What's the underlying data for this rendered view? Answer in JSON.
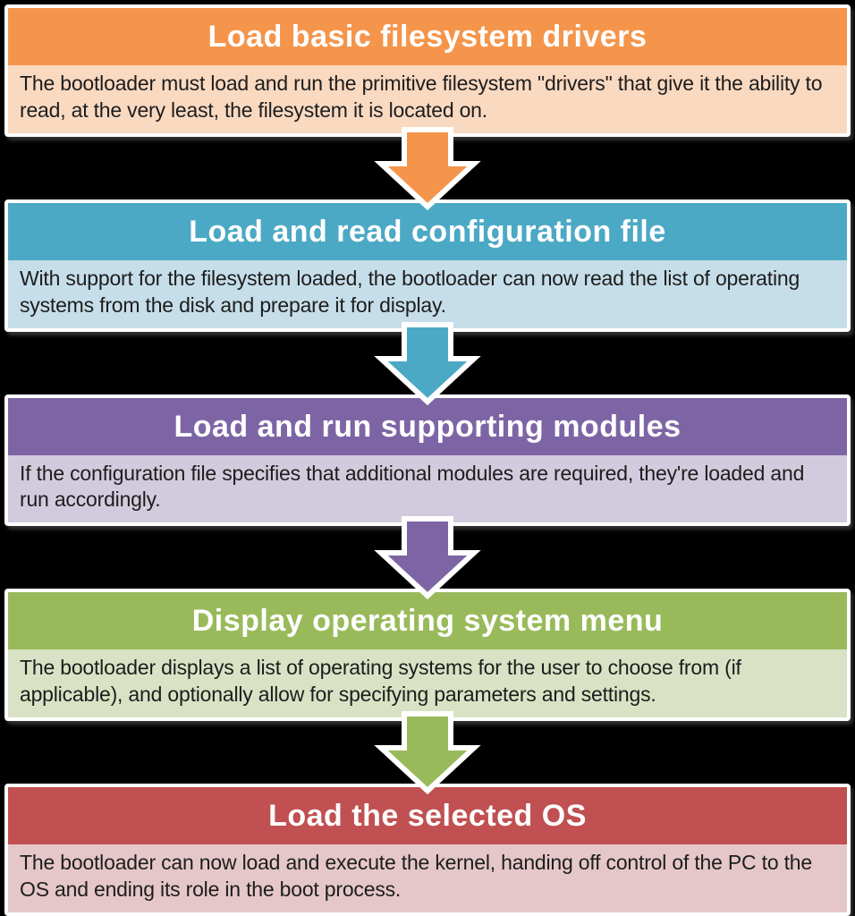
{
  "page": {
    "background_color": "#000000",
    "title_text_color": "#ffffff",
    "body_text_color": "#1d1d1d",
    "border_color": "#ffffff"
  },
  "steps": [
    {
      "title": "Load basic filesystem drivers",
      "description": "The bootloader must load and run the primitive filesystem \"drivers\" that give it the ability to read, at the very least, the filesystem it is located on.",
      "header_color": "#F5954B",
      "body_color": "#FAD9C1",
      "arrow_color": "#F5954B",
      "arrow_icon": "down-arrow"
    },
    {
      "title": "Load and read configuration file",
      "description": "With support for the filesystem loaded, the bootloader can now read the list of operating systems from the disk and prepare it for display.",
      "header_color": "#4BA9C5",
      "body_color": "#C6DEE9",
      "arrow_color": "#4BA9C5",
      "arrow_icon": "down-arrow"
    },
    {
      "title": "Load and run supporting modules",
      "description": "If the configuration file specifies that additional modules are required, they're loaded and run accordingly.",
      "header_color": "#7D65A5",
      "body_color": "#D2CBDD",
      "arrow_color": "#7D65A5",
      "arrow_icon": "down-arrow"
    },
    {
      "title": "Display operating system menu",
      "description": "The bootloader displays a list of operating systems for the user to choose from (if applicable), and optionally allow for specifying parameters and settings.",
      "header_color": "#99BA5B",
      "body_color": "#D9E2C4",
      "arrow_color": "#99BA5B",
      "arrow_icon": "down-arrow"
    },
    {
      "title": "Load the selected OS",
      "description": "The bootloader can now load and execute the kernel, handing off control of the PC to the OS and ending its role in the boot process.",
      "header_color": "#C05051",
      "body_color": "#E5C7C9",
      "arrow_color": null,
      "arrow_icon": null
    }
  ]
}
